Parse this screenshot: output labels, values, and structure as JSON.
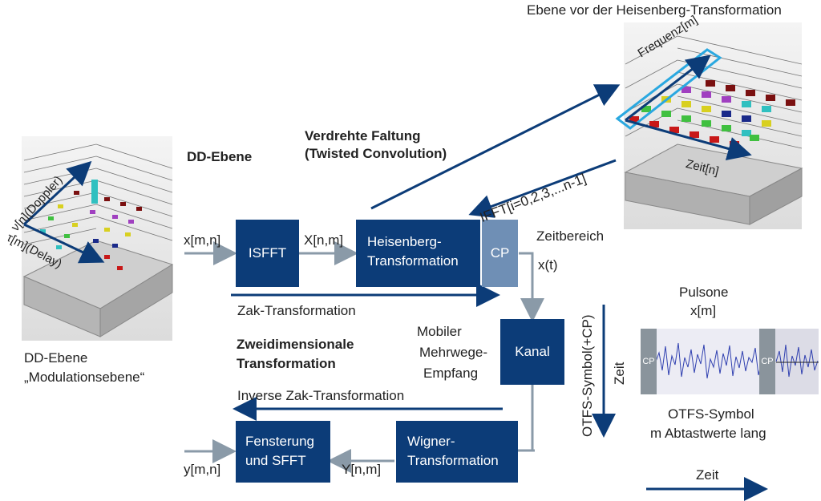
{
  "heisenberg_plane": {
    "title": "Ebene vor der Heisenberg-Transformation",
    "freq_axis": "Frequenz[m]",
    "time_axis": "Zeit[n]"
  },
  "dd_plane": {
    "doppler_axis": "ν[n](Doppler)",
    "delay_axis": "τ[m](Delay)",
    "caption_line1": "DD-Ebene",
    "caption_line2": "„Modulationsebene“"
  },
  "labels": {
    "dd_ebene": "DD-Ebene",
    "twisted_line1": "Verdrehte Faltung",
    "twisted_line2": "(Twisted Convolution)",
    "ifft": "IFFT[i=0,2,3,...n-1]",
    "x_mn": "x[m,n]",
    "X_nm": "X[n,m]",
    "zeitbereich": "Zeitbereich",
    "x_t": "x(t)",
    "zak": "Zak-Transformation",
    "zweidim_line1": "Zweidimensionale",
    "zweidim_line2": "Transformation",
    "mobiler_line1": "Mobiler",
    "mobiler_line2": "Mehrwege-",
    "mobiler_line3": "Empfang",
    "inverse_zak": "Inverse Zak-Transformation",
    "y_mn": "y[m,n]",
    "Y_nm": "Y[n,m]",
    "otfs_symbol_cp": "OTFS-Symbol(+CP)",
    "zeit_vertical": "Zeit",
    "pulsone_line1": "Pulsone",
    "pulsone_line2": "x[m]",
    "otfs_symbol_line1": "OTFS-Symbol",
    "otfs_symbol_line2": "m Abtastwerte lang",
    "zeit_bottom": "Zeit",
    "cp1": "CP",
    "cp2": "CP"
  },
  "blocks": {
    "isfft": "ISFFT",
    "heisenberg_line1": "Heisenberg-",
    "heisenberg_line2": "Transformation",
    "cp": "CP",
    "kanal": "Kanal",
    "fensterung_line1": "Fensterung",
    "fensterung_line2": "und SFFT",
    "wigner_line1": "Wigner-",
    "wigner_line2": "Transformation"
  },
  "colors": {
    "block_blue": "#0c3c78",
    "cp_blue": "#6f8fb5",
    "arrow_blue": "#0c3c78",
    "arrow_gray": "#8a9aa8",
    "highlight_cyan": "#2aa8e0"
  }
}
